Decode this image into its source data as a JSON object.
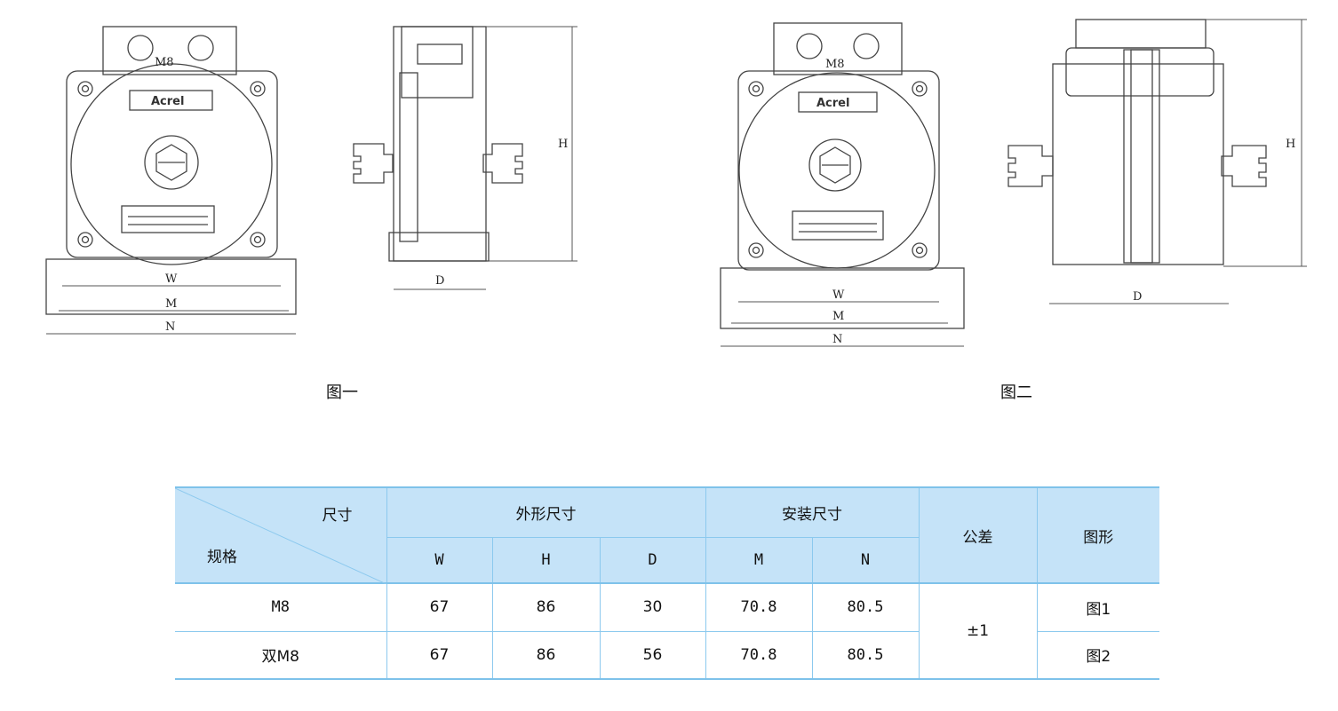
{
  "figures": [
    {
      "caption": "图一",
      "labels": {
        "top": "M8",
        "brand": "Acrel",
        "width": "W",
        "mount": "M",
        "total": "N",
        "depth": "D",
        "height": "H"
      }
    },
    {
      "caption": "图二",
      "labels": {
        "top": "M8",
        "brand": "Acrel",
        "width": "W",
        "mount": "M",
        "total": "N",
        "depth": "D",
        "height": "H"
      }
    }
  ],
  "table": {
    "corner_top": "尺寸",
    "corner_bottom": "规格",
    "group_outer": "外形尺寸",
    "group_mount": "安装尺寸",
    "col_tolerance": "公差",
    "col_figure": "图形",
    "sub_headers": [
      "W",
      "H",
      "D",
      "M",
      "N"
    ],
    "tolerance": "±1",
    "rows": [
      {
        "spec": "M8",
        "W": "67",
        "H": "86",
        "D": "30",
        "M": "70.8",
        "N": "80.5",
        "figure": "图1"
      },
      {
        "spec": "双M8",
        "W": "67",
        "H": "86",
        "D": "56",
        "M": "70.8",
        "N": "80.5",
        "figure": "图2"
      }
    ]
  }
}
